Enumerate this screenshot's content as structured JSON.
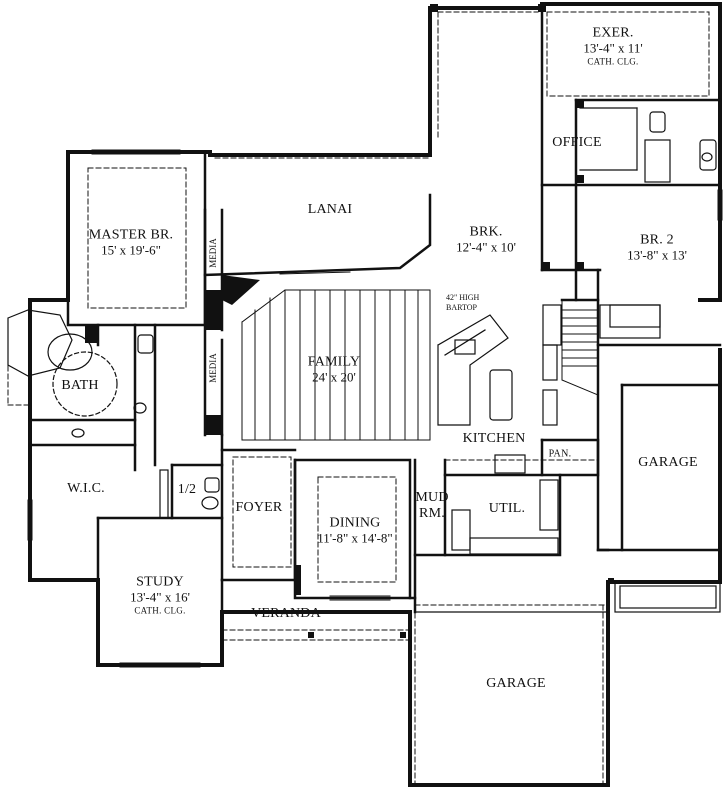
{
  "plan": {
    "rooms": {
      "exer": {
        "name": "EXER.",
        "dim": "13'-4\" x 11'",
        "note": "CATH. CLG."
      },
      "office": {
        "name": "OFFICE"
      },
      "master": {
        "name": "MASTER BR.",
        "dim": "15' x 19'-6\""
      },
      "lanai": {
        "name": "LANAI"
      },
      "brk": {
        "name": "BRK.",
        "dim": "12'-4\" x 10'"
      },
      "br2": {
        "name": "BR. 2",
        "dim": "13'-8\" x 13'"
      },
      "family": {
        "name": "FAMILY",
        "dim": "24' x 20'"
      },
      "bath": {
        "name": "BATH"
      },
      "kitchen": {
        "name": "KITCHEN"
      },
      "pan": {
        "name": "PAN."
      },
      "garage_right": {
        "name": "GARAGE"
      },
      "wic": {
        "name": "W.I.C."
      },
      "half": {
        "name": "1/2"
      },
      "foyer": {
        "name": "FOYER"
      },
      "dining": {
        "name": "DINING",
        "dim": "11'-8\" x 14'-8\""
      },
      "mud": {
        "name": "MUD",
        "sub": "RM."
      },
      "util": {
        "name": "UTIL."
      },
      "study": {
        "name": "STUDY",
        "dim": "13'-4\" x 16'",
        "note": "CATH. CLG."
      },
      "veranda": {
        "name": "VERANDA"
      },
      "garage_bottom": {
        "name": "GARAGE"
      }
    },
    "media_labels": [
      "MEDIA",
      "MEDIA"
    ],
    "bartop": {
      "line1": "42\" HIGH",
      "line2": "BARTOP"
    }
  }
}
